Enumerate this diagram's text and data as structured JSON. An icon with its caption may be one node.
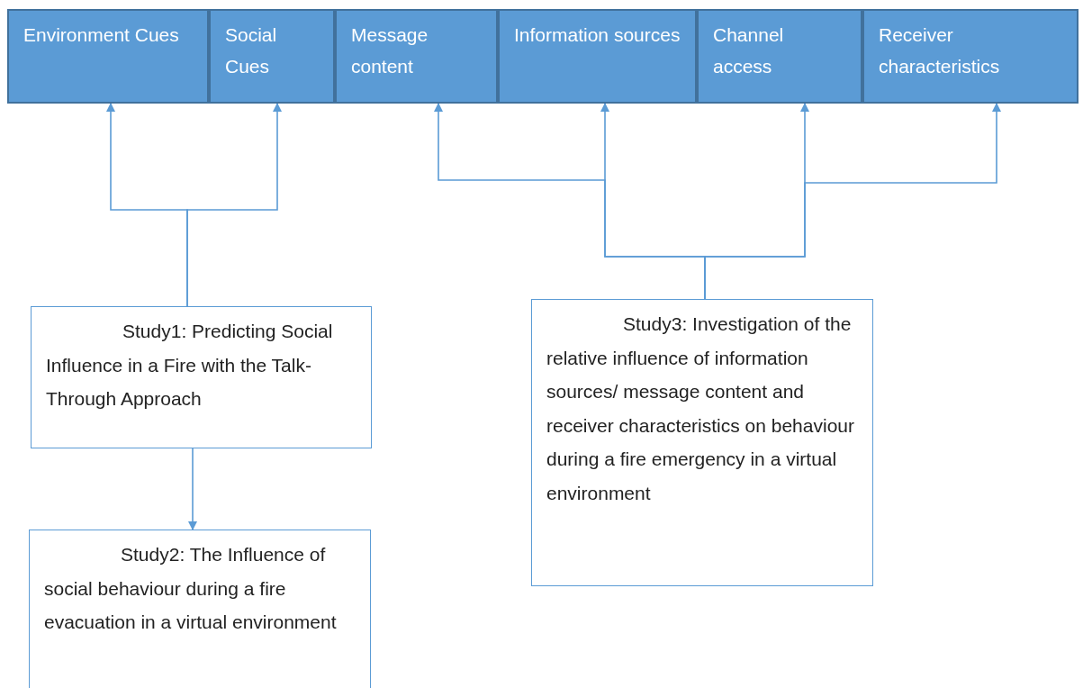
{
  "diagram": {
    "nodes": [
      {
        "text": [
          "Environment Cues"
        ]
      },
      {
        "text": [
          "Social Cues"
        ]
      },
      {
        "text": [
          "Message content"
        ]
      },
      {
        "text": [
          "Information sources"
        ]
      },
      {
        "text": [
          "Channel access"
        ]
      },
      {
        "text": [
          "Receiver characteristics"
        ]
      },
      {
        "text": [
          "Study1: Predicting Social Influence in a Fire with the Talk-Through Approach"
        ]
      },
      {
        "text": [
          "Study2: The Influence of social behaviour during a fire evacuation in a virtual environment"
        ]
      },
      {
        "text": [
          "Study3: Investigation of the relative influence of information sources/ message content and receiver characteristics on behaviour during a fire emergency in a virtual environment"
        ]
      }
    ],
    "edges": [
      {
        "from": 6,
        "to": 0,
        "arrow": "to"
      },
      {
        "from": 6,
        "to": 1,
        "arrow": "to"
      },
      {
        "from": 8,
        "to": 2,
        "arrow": "to"
      },
      {
        "from": 8,
        "to": 3,
        "arrow": "to"
      },
      {
        "from": 8,
        "to": 4,
        "arrow": "to"
      },
      {
        "from": 8,
        "to": 5,
        "arrow": "to"
      },
      {
        "from": 6,
        "to": 7,
        "arrow": "to"
      }
    ]
  }
}
